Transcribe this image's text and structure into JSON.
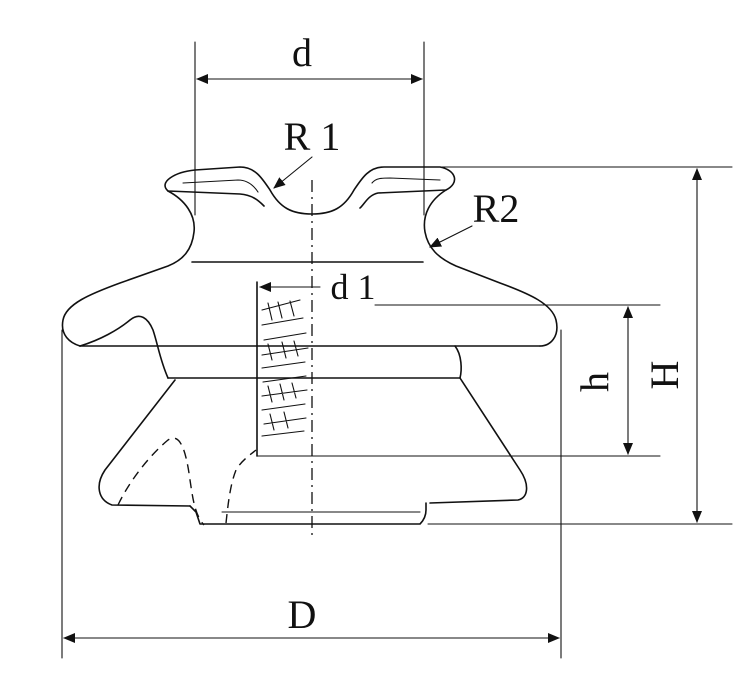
{
  "diagram": {
    "labels": {
      "d": "d",
      "r1": "R 1",
      "r2": "R2",
      "d1": "d 1",
      "h": "h",
      "H": "H",
      "D": "D"
    },
    "colors": {
      "line": "#111111",
      "background": "#ffffff"
    }
  }
}
